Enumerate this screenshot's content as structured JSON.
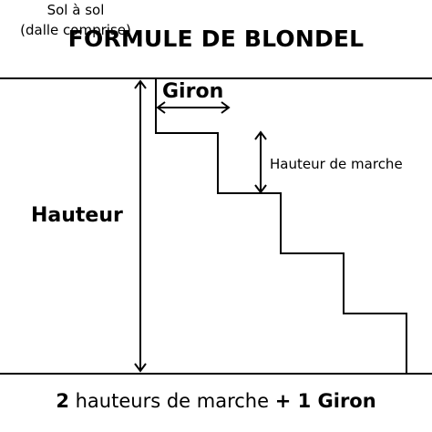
{
  "title": "FORMULE DE BLONDEL",
  "labels": {
    "giron": "Giron",
    "hauteur_de_marche": "Hauteur de marche",
    "hauteur": "Hauteur",
    "sol_a_sol_line1": "Sol à sol",
    "sol_a_sol_line2": "(dalle comprise)"
  },
  "formula": {
    "part1_bold": "2",
    "part2": " hauteurs de marche ",
    "part3_bold": "+ 1 Giron"
  },
  "colors": {
    "line": "#000000",
    "background": "#ffffff"
  }
}
